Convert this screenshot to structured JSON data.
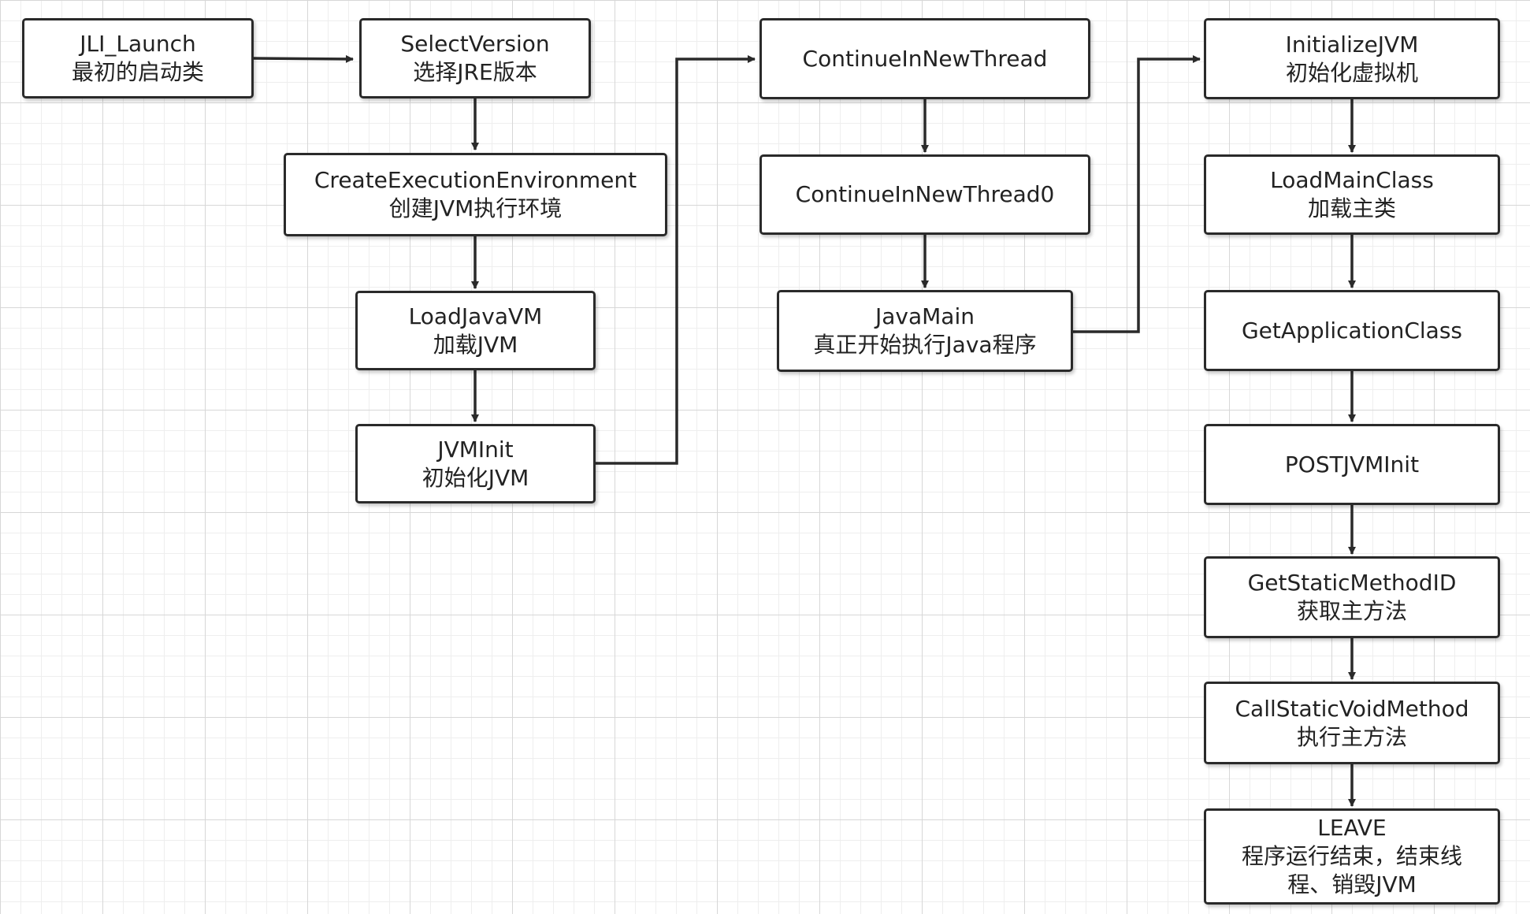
{
  "nodes": {
    "jli_launch": {
      "title": "JLI_Launch",
      "subtitle": "最初的启动类"
    },
    "select_version": {
      "title": "SelectVersion",
      "subtitle": "选择JRE版本"
    },
    "create_exec_env": {
      "title": "CreateExecutionEnvironment",
      "subtitle": "创建JVM执行环境"
    },
    "load_java_vm": {
      "title": "LoadJavaVM",
      "subtitle": "加载JVM"
    },
    "jvm_init": {
      "title": "JVMInit",
      "subtitle": "初始化JVM"
    },
    "continue_new_thread": {
      "title": "ContinueInNewThread"
    },
    "continue_new_thread0": {
      "title": "ContinueInNewThread0"
    },
    "java_main": {
      "title": "JavaMain",
      "subtitle": "真正开始执行Java程序"
    },
    "initialize_jvm": {
      "title": "InitializeJVM",
      "subtitle": "初始化虚拟机"
    },
    "load_main_class": {
      "title": "LoadMainClass",
      "subtitle": "加载主类"
    },
    "get_application_class": {
      "title": "GetApplicationClass"
    },
    "post_jvm_init": {
      "title": "POSTJVMInit"
    },
    "get_static_method_id": {
      "title": "GetStaticMethodID",
      "subtitle": "获取主方法"
    },
    "call_static_void_method": {
      "title": "CallStaticVoidMethod",
      "subtitle": "执行主方法"
    },
    "leave": {
      "title": "LEAVE",
      "subtitle": "程序运行结束，结束线程、销毁JVM"
    }
  },
  "colors": {
    "stroke": "#2a2a2a",
    "fill": "#ffffff",
    "text": "#222222",
    "grid_major": "#d7d7d7",
    "grid_minor": "#eeeeee"
  }
}
